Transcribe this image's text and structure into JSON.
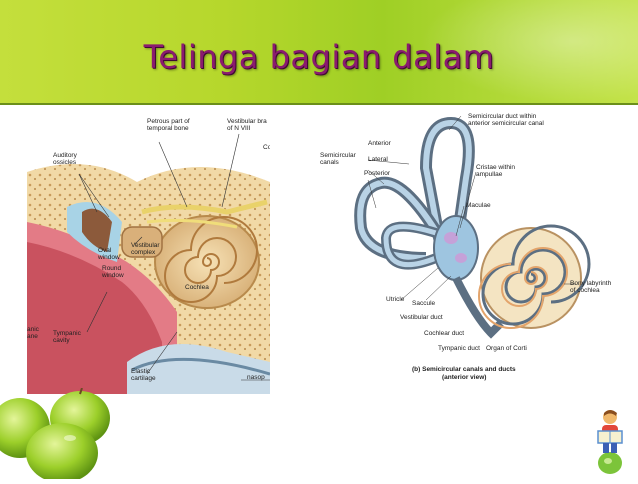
{
  "slide": {
    "title": "Telinga bagian dalam"
  },
  "left_figure": {
    "labels": {
      "petrous": "Petrous part of\ntemporal bone",
      "vestibular_branch": "Vestibular bra\nof N VIII",
      "co": "Co",
      "auditory": "Auditory\nossicles",
      "oval": "Oval\nwindow",
      "round": "Round\nwindow",
      "vestibular_complex": "Vestibular\ncomplex",
      "cochlea": "Cochlea",
      "tympanic_membrane": "anic\nane",
      "tympanic_cavity": "Tympanic\ncavity",
      "elastic": "Elastic\ncartilage",
      "nasop": "nasop"
    }
  },
  "right_figure": {
    "labels": {
      "semicircular_duct": "Semicircular duct within\nanterior semicircular canal",
      "anterior": "Anterior",
      "semicircular_canals": "Semicircular\ncanals",
      "lateral": "Lateral",
      "posterior": "Posterior",
      "cristae": "Cristae within\nampullae",
      "maculae": "Maculae",
      "bony_labyrinth": "Bony labyrinth\nof cochlea",
      "utricle": "Utricle",
      "saccule": "Saccule",
      "vestibular_duct": "Vestibular duct",
      "cochlear_duct": "Cochlear duct",
      "tympanic_duct": "Tympanic duct",
      "organ_corti": "Organ of Corti"
    },
    "caption_b": "(b) Semicircular canals and ducts",
    "caption_sub": "(anterior view)"
  }
}
